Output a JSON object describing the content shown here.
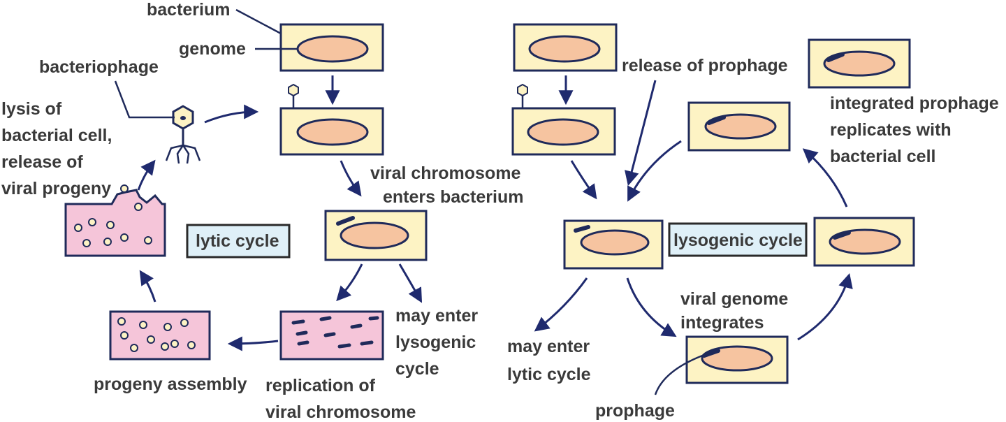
{
  "labels": {
    "bacterium": "bacterium",
    "genome": "genome",
    "bacteriophage": "bacteriophage",
    "lysis": [
      "lysis of",
      "bacterial cell,",
      "release of",
      "viral progeny"
    ],
    "viral_enters": [
      "viral chromosome",
      "enters bacterium"
    ],
    "lytic_cycle": "lytic cycle",
    "may_enter_lysogenic": [
      "may enter",
      "lysogenic",
      "cycle"
    ],
    "progeny_assembly": "progeny assembly",
    "replication": [
      "replication of",
      "viral chromosome"
    ],
    "release_prophage": "release of prophage",
    "integrated_replicates": [
      "integrated prophage",
      "replicates with",
      "bacterial cell"
    ],
    "lysogenic_cycle": "lysogenic cycle",
    "viral_genome_integrates": [
      "viral genome",
      "integrates"
    ],
    "may_enter_lytic": [
      "may enter",
      "lytic cycle"
    ],
    "prophage": "prophage"
  },
  "colors": {
    "cell_fill": "#fdf3c4",
    "cell_border": "#1f2a5a",
    "genome_fill": "#f6c4a0",
    "lysing_fill": "#f5c5d9",
    "cycle_label_fill": "#dff0f8",
    "arrow": "#1f2a6e"
  }
}
